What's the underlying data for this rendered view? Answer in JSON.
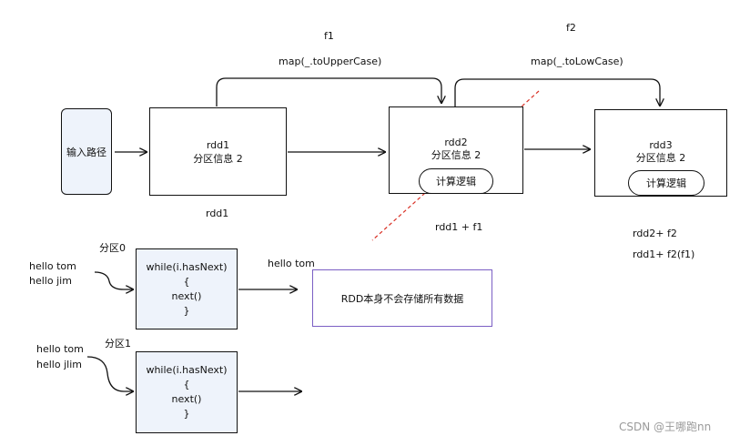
{
  "input_box": {
    "label": "输入路径"
  },
  "transforms": {
    "f1": {
      "name": "f1",
      "op": "map(_.toUpperCase)"
    },
    "f2": {
      "name": "f2",
      "op": "map(_.toLowCase)"
    }
  },
  "rdd1": {
    "name": "rdd1",
    "partition": "分区信息 2",
    "caption": "rdd1"
  },
  "rdd2": {
    "name": "rdd2",
    "partition": "分区信息 2",
    "logic": "计算逻辑",
    "caption": "rdd1 + f1"
  },
  "rdd3": {
    "name": "rdd3",
    "partition": "分区信息 2",
    "logic": "计算逻辑",
    "caption_1": "rdd2+ f2",
    "caption_2": "rdd1+ f2(f1)"
  },
  "partition0": {
    "label": "分区0",
    "input_lines": [
      "hello  tom",
      "hello jim"
    ],
    "code": [
      "while(i.hasNext)",
      "{",
      "next()",
      "}"
    ],
    "output": "hello  tom"
  },
  "partition1": {
    "label": "分区1",
    "input_lines": [
      "hello  tom",
      "hello jlim"
    ],
    "code": [
      "while(i.hasNext)",
      "{",
      "next()",
      "}"
    ]
  },
  "note": "RDD本身不会存储所有数据",
  "watermark": "CSDN @王哪跑nn",
  "colors": {
    "input_fill": "#eef3fb",
    "code_fill": "#eef3fb",
    "note_border": "#7b5fc4",
    "cross_line": "#d93025"
  }
}
